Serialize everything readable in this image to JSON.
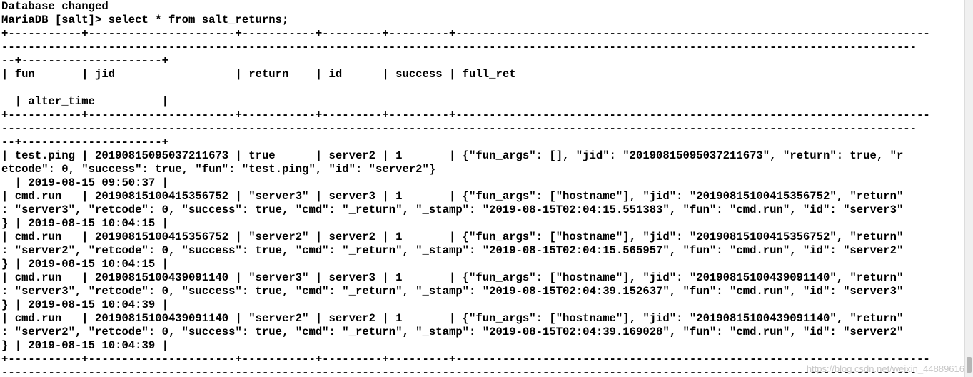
{
  "terminal": {
    "lines": [
      "Database changed",
      "MariaDB [salt]> select * from salt_returns;",
      "+-----------+----------------------+-----------+---------+---------+-----------------------------------------------------------------------",
      "-----------------------------------------------------------------------------------------------------------------------------------------",
      "--+---------------------+",
      "| fun       | jid                  | return    | id      | success | full_ret",
      "",
      "  | alter_time          |",
      "+-----------+----------------------+-----------+---------+---------+-----------------------------------------------------------------------",
      "-----------------------------------------------------------------------------------------------------------------------------------------",
      "--+---------------------+",
      "| test.ping | 20190815095037211673 | true      | server2 | 1       | {\"fun_args\": [], \"jid\": \"20190815095037211673\", \"return\": true, \"r",
      "etcode\": 0, \"success\": true, \"fun\": \"test.ping\", \"id\": \"server2\"}",
      "  | 2019-08-15 09:50:37 |",
      "| cmd.run   | 20190815100415356752 | \"server3\" | server3 | 1       | {\"fun_args\": [\"hostname\"], \"jid\": \"20190815100415356752\", \"return\"",
      ": \"server3\", \"retcode\": 0, \"success\": true, \"cmd\": \"_return\", \"_stamp\": \"2019-08-15T02:04:15.551383\", \"fun\": \"cmd.run\", \"id\": \"server3\"",
      "} | 2019-08-15 10:04:15 |",
      "| cmd.run   | 20190815100415356752 | \"server2\" | server2 | 1       | {\"fun_args\": [\"hostname\"], \"jid\": \"20190815100415356752\", \"return\"",
      ": \"server2\", \"retcode\": 0, \"success\": true, \"cmd\": \"_return\", \"_stamp\": \"2019-08-15T02:04:15.565957\", \"fun\": \"cmd.run\", \"id\": \"server2\"",
      "} | 2019-08-15 10:04:15 |",
      "| cmd.run   | 20190815100439091140 | \"server3\" | server3 | 1       | {\"fun_args\": [\"hostname\"], \"jid\": \"20190815100439091140\", \"return\"",
      ": \"server3\", \"retcode\": 0, \"success\": true, \"cmd\": \"_return\", \"_stamp\": \"2019-08-15T02:04:39.152637\", \"fun\": \"cmd.run\", \"id\": \"server3\"",
      "} | 2019-08-15 10:04:39 |",
      "| cmd.run   | 20190815100439091140 | \"server2\" | server2 | 1       | {\"fun_args\": [\"hostname\"], \"jid\": \"20190815100439091140\", \"return\"",
      ": \"server2\", \"retcode\": 0, \"success\": true, \"cmd\": \"_return\", \"_stamp\": \"2019-08-15T02:04:39.169028\", \"fun\": \"cmd.run\", \"id\": \"server2\"",
      "} | 2019-08-15 10:04:39 |",
      "+-----------+----------------------+-----------+---------+---------+-----------------------------------------------------------------------",
      "-----------------------------------------------------------------------------------------------------------------------------------------"
    ]
  },
  "watermark": {
    "text": "https://blog.csdn.net/weixin_44889616"
  }
}
